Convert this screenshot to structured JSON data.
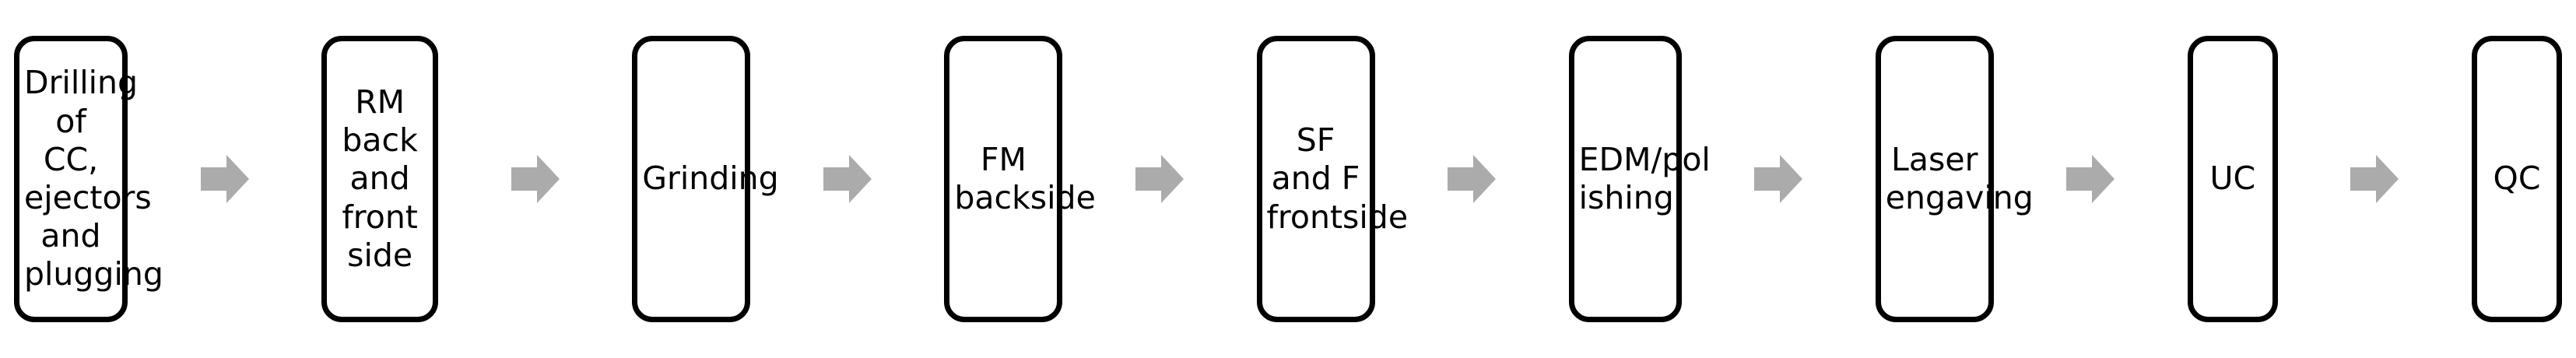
{
  "diagram": {
    "type": "process-flow",
    "orientation": "horizontal",
    "title": "",
    "colors": {
      "box_border": "#000000",
      "box_fill": "#ffffff",
      "text": "#000000",
      "arrow_fill": "#ababab",
      "background": "#ffffff"
    },
    "arrow_icon_name": "right-block-arrow-icon",
    "steps": [
      {
        "index": 1,
        "label": "Drilling\nof CC,\nejectors\nand\nplugging",
        "label_plain": "Drilling of CC, ejectors and plugging",
        "width": 146,
        "lines": 5
      },
      {
        "index": 2,
        "label": "RM back\nand\nfront\nside",
        "label_plain": "RM back and front side",
        "width": 150,
        "lines": 4
      },
      {
        "index": 3,
        "label": "Grinding",
        "label_plain": "Grinding",
        "width": 152,
        "lines": 1
      },
      {
        "index": 4,
        "label": "FM\nbackside",
        "label_plain": "FM backside",
        "width": 152,
        "lines": 2
      },
      {
        "index": 5,
        "label": "SF and F\nfrontside",
        "label_plain": "SF and F frontside",
        "width": 152,
        "lines": 2
      },
      {
        "index": 6,
        "label": "EDM/pol\nishing",
        "label_plain": "EDM/polishing",
        "width": 145,
        "lines": 2
      },
      {
        "index": 7,
        "label": "Laser\nengaving",
        "label_plain": "Laser engaving",
        "width": 152,
        "lines": 2
      },
      {
        "index": 8,
        "label": "UC",
        "label_plain": "UC",
        "width": 116,
        "lines": 1
      },
      {
        "index": 9,
        "label": "QC",
        "label_plain": "QC",
        "width": 116,
        "lines": 1
      }
    ],
    "connectors": [
      {
        "from": 1,
        "to": 2
      },
      {
        "from": 2,
        "to": 3
      },
      {
        "from": 3,
        "to": 4
      },
      {
        "from": 4,
        "to": 5
      },
      {
        "from": 5,
        "to": 6
      },
      {
        "from": 6,
        "to": 7
      },
      {
        "from": 7,
        "to": 8
      },
      {
        "from": 8,
        "to": 9
      }
    ]
  }
}
